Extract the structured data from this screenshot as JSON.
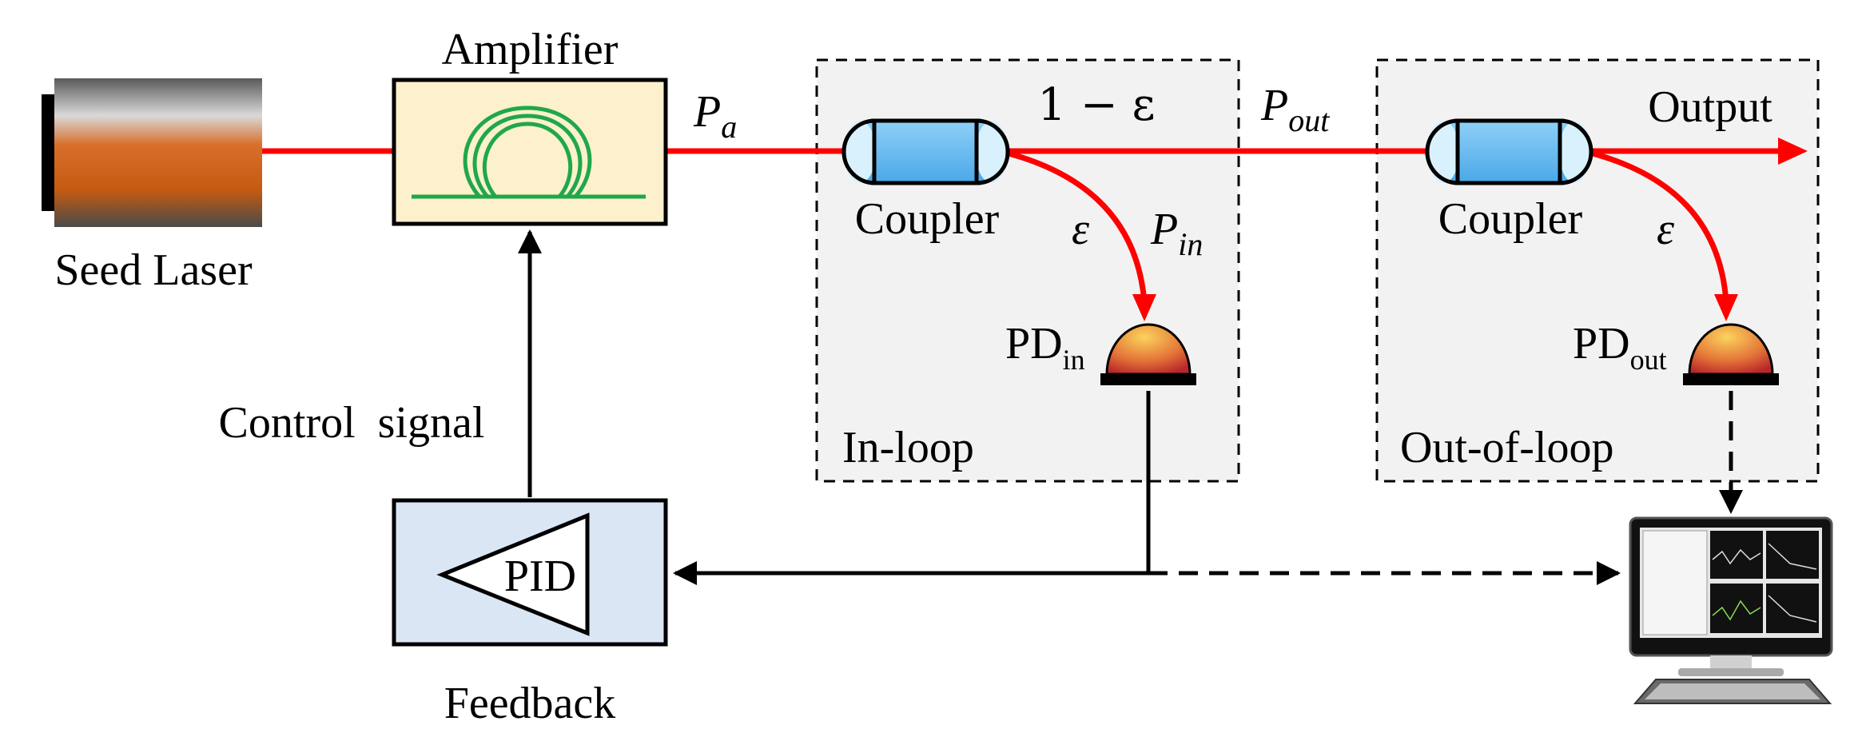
{
  "labels": {
    "seed_laser": "Seed Laser",
    "amplifier": "Amplifier",
    "control_signal": "Control  signal",
    "feedback": "Feedback",
    "pid": "PID",
    "coupler_in": "Coupler",
    "coupler_out": "Coupler",
    "in_loop": "In-loop",
    "out_of_loop": "Out-of-loop",
    "output": "Output",
    "one_minus_eps": "1 − ε",
    "eps_in": "ε",
    "eps_out": "ε",
    "p_a_base": "P",
    "p_a_sub": "a",
    "p_out_base": "P",
    "p_out_sub": "out",
    "p_in_base": "P",
    "p_in_sub": "in",
    "pd_in_base": "PD",
    "pd_in_sub": "in",
    "pd_out_base": "PD",
    "pd_out_sub": "out"
  },
  "colors": {
    "beam": "#ff0000",
    "amplifier_fill": "#fdf0cc",
    "fiber_coil": "#1fa84a",
    "coupler_fill": "#72c3f4",
    "pid_box_fill": "#dbe6f4",
    "loop_box_fill": "#f2f2f2",
    "photodiode_top": "#e0463a",
    "photodiode_highlight": "#fbd35c"
  },
  "icons": {
    "laser": "seed-laser-icon",
    "fiber_coil": "fiber-coil-icon",
    "photodiode": "photodiode-icon",
    "computer": "computer-monitor-icon",
    "keyboard": "keyboard-icon"
  }
}
